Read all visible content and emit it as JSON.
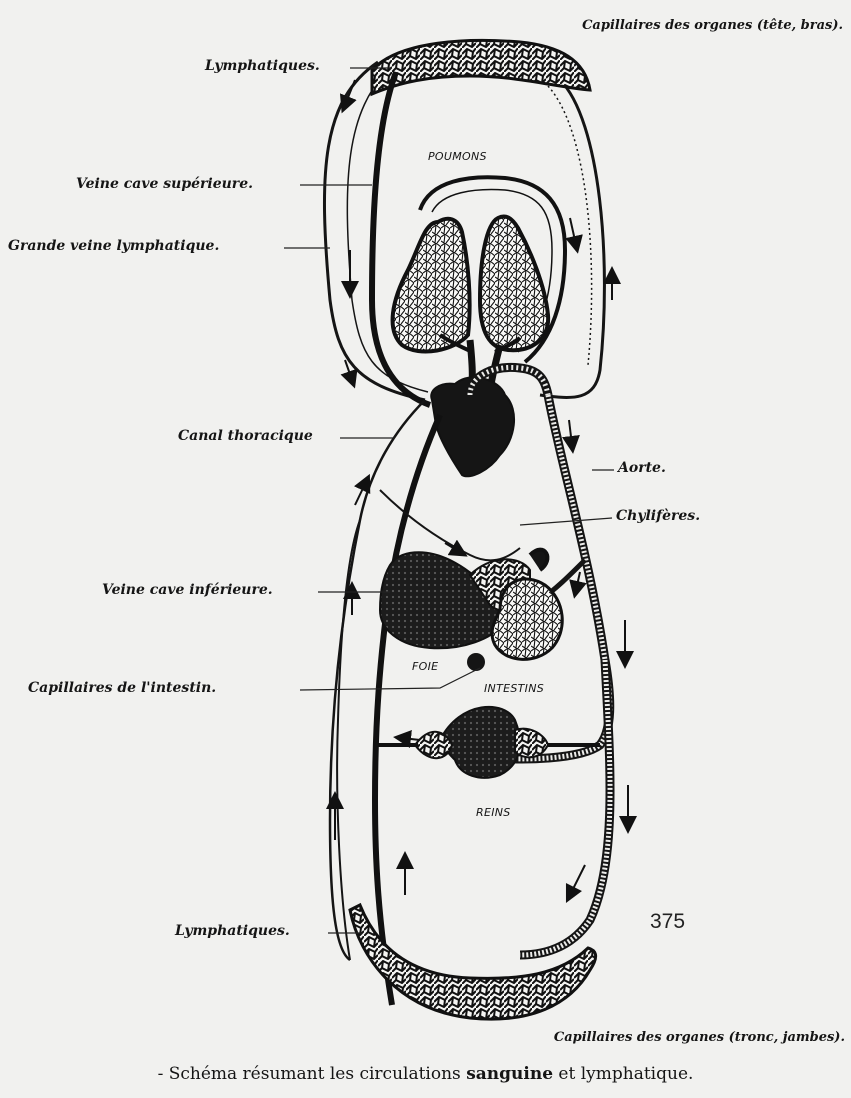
{
  "labels": {
    "capillaires_haut": "Capillaires des organes (tête, bras).",
    "lymphatiques_haut": "Lymphatiques.",
    "veine_cave_sup": "Veine cave supérieure.",
    "grande_veine_lymph": "Grande veine lymphatique.",
    "canal_thoracique": "Canal thoracique",
    "aorte": "Aorte.",
    "chyliferes": "Chylifères.",
    "veine_cave_inf": "Veine cave inférieure.",
    "capillaires_intestin": "Capillaires de l'intestin.",
    "lymphatiques_bas": "Lymphatiques.",
    "capillaires_bas": "Capillaires des organes (tronc, jambes)."
  },
  "organs": {
    "poumons": "POUMONS",
    "foie": "FOIE",
    "intestins": "INTESTINS",
    "reins": "REINS"
  },
  "page_number": "375",
  "caption": {
    "prefix": "- Schéma résumant les circulations ",
    "bold": "sanguine",
    "suffix": " et lymphatique."
  }
}
